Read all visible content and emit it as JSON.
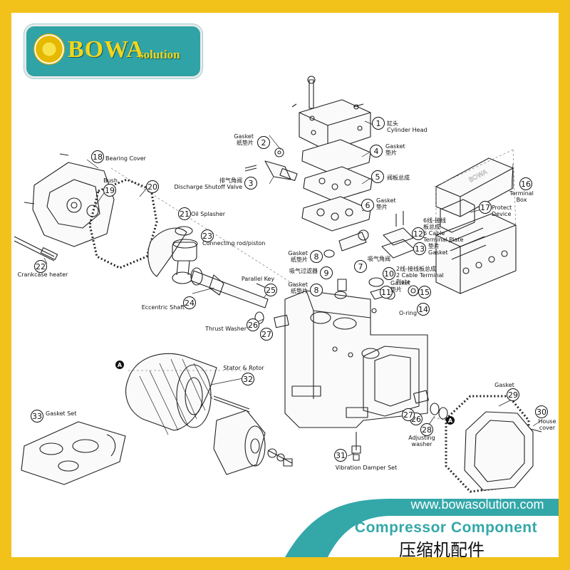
{
  "brand": {
    "name": "BOWA",
    "suffix": "solution",
    "logo_colors": {
      "badge": "#2fa3a6",
      "text": "#f3d51c"
    }
  },
  "footer": {
    "website": "www.bowasolution.com",
    "title_en": "Compressor Component",
    "title_zh": "压缩机配件"
  },
  "colors": {
    "frame": "#f2c21b",
    "accent": "#34a7a9",
    "ink": "#222222"
  },
  "markers": [
    {
      "id": "a1",
      "label": "A"
    },
    {
      "id": "a2",
      "label": "A"
    }
  ],
  "parts": [
    {
      "id": "p1",
      "num": "1",
      "lines": [
        "缸头",
        "Cylinder Head"
      ]
    },
    {
      "id": "p2",
      "num": "2",
      "lines": [
        "Gasket",
        "纸垫片"
      ]
    },
    {
      "id": "p3",
      "num": "3",
      "lines": [
        "排气角阀",
        "Discharge Shutoff Valve"
      ]
    },
    {
      "id": "p4",
      "num": "4",
      "lines": [
        "Gasket",
        "垫片"
      ]
    },
    {
      "id": "p5",
      "num": "5",
      "lines": [
        "阀板总成"
      ]
    },
    {
      "id": "p6",
      "num": "6",
      "lines": [
        "Gasket",
        "垫片"
      ]
    },
    {
      "id": "p7",
      "num": "7",
      "lines": [
        "吸气角阀"
      ]
    },
    {
      "id": "p8a",
      "num": "8",
      "lines": [
        "Gasket",
        "纸垫片"
      ]
    },
    {
      "id": "p8b",
      "num": "8",
      "lines": [
        "Gasket",
        "纸垫片"
      ]
    },
    {
      "id": "p9",
      "num": "9",
      "lines": [
        "吸气过滤器"
      ]
    },
    {
      "id": "p10",
      "num": "10",
      "lines": [
        "2线-接线板总成",
        "2 Cable Terminal",
        "Plate"
      ]
    },
    {
      "id": "p11",
      "num": "11",
      "lines": [
        "Gasket",
        "垫片"
      ]
    },
    {
      "id": "p12",
      "num": "12",
      "lines": [
        "6线-接线",
        "板总成",
        "6 Cable",
        "Terminal Plate"
      ]
    },
    {
      "id": "p13",
      "num": "13",
      "lines": [
        "垫片",
        "Gasket"
      ]
    },
    {
      "id": "p14",
      "num": "14",
      "lines": [
        "O-ring"
      ]
    },
    {
      "id": "p15",
      "num": "15",
      "lines": []
    },
    {
      "id": "p16",
      "num": "16",
      "lines": [
        "Terminal",
        "Box"
      ]
    },
    {
      "id": "p17",
      "num": "17",
      "lines": [
        "Protect",
        "Device"
      ]
    },
    {
      "id": "p18",
      "num": "18",
      "lines": [
        "Bearing Cover"
      ]
    },
    {
      "id": "p19",
      "num": "19",
      "lines": [
        "Bush"
      ]
    },
    {
      "id": "p20",
      "num": "20",
      "lines": []
    },
    {
      "id": "p21",
      "num": "21",
      "lines": [
        "Oil Splasher"
      ]
    },
    {
      "id": "p22",
      "num": "22",
      "lines": [
        "Crankcase heater"
      ]
    },
    {
      "id": "p23",
      "num": "23",
      "lines": [
        "Connecting rod/piston"
      ]
    },
    {
      "id": "p24",
      "num": "24",
      "lines": [
        "Eccentric Shaft"
      ]
    },
    {
      "id": "p25",
      "num": "25",
      "lines": [
        "Parallel Key"
      ]
    },
    {
      "id": "p26a",
      "num": "26",
      "lines": [
        "Thrust Washer"
      ]
    },
    {
      "id": "p26b",
      "num": "26",
      "lines": []
    },
    {
      "id": "p27a",
      "num": "27",
      "lines": []
    },
    {
      "id": "p27b",
      "num": "27",
      "lines": []
    },
    {
      "id": "p28",
      "num": "28",
      "lines": [
        "Adjusting",
        "washer"
      ]
    },
    {
      "id": "p29",
      "num": "29",
      "lines": [
        "Gasket"
      ]
    },
    {
      "id": "p30",
      "num": "30",
      "lines": [
        "House",
        "cover"
      ]
    },
    {
      "id": "p31",
      "num": "31",
      "lines": [
        "Vibration Damper Set"
      ]
    },
    {
      "id": "p32",
      "num": "32",
      "lines": [
        "Stator & Rotor"
      ]
    },
    {
      "id": "p33",
      "num": "33",
      "lines": [
        "Gasket Set"
      ]
    }
  ]
}
